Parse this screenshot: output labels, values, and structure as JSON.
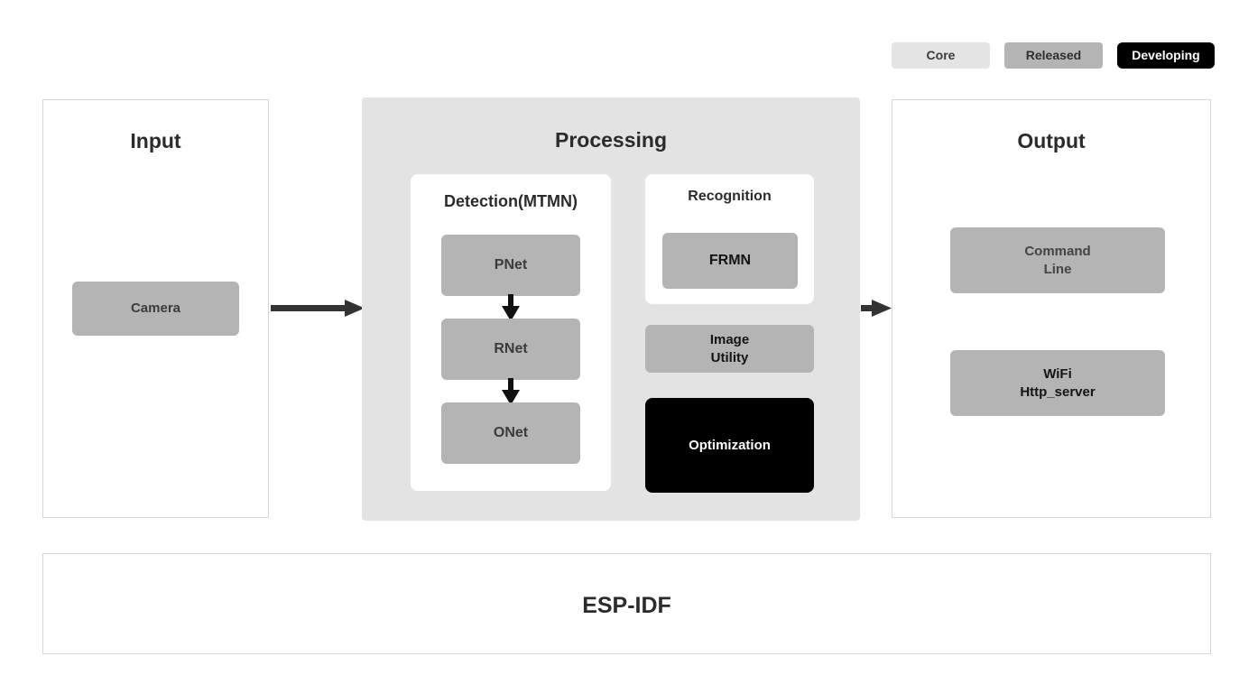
{
  "legend": {
    "items": [
      {
        "label": "Core",
        "color": "#e4e4e4",
        "text_color": "#3a3a3a"
      },
      {
        "label": "Released",
        "color": "#b4b4b4",
        "text_color": "#2e2e2e"
      },
      {
        "label": "Developing",
        "color": "#000000",
        "text_color": "#ffffff"
      }
    ]
  },
  "panels": {
    "input": {
      "title": "Input",
      "nodes": [
        {
          "label": "Camera",
          "status": "Released"
        }
      ]
    },
    "processing": {
      "title": "Processing",
      "detection": {
        "title": "Detection(MTMN)",
        "nodes": [
          {
            "label": "PNet",
            "status": "Released"
          },
          {
            "label": "RNet",
            "status": "Released"
          },
          {
            "label": "ONet",
            "status": "Released"
          }
        ]
      },
      "recognition": {
        "title": "Recognition",
        "nodes": [
          {
            "label": "FRMN",
            "status": "Released"
          }
        ]
      },
      "extras": [
        {
          "label": "Image\nUtility",
          "status": "Released"
        },
        {
          "label": "Optimization",
          "status": "Developing"
        }
      ]
    },
    "output": {
      "title": "Output",
      "nodes": [
        {
          "label": "Command\nLine",
          "status": "Released"
        },
        {
          "label": "WiFi\nHttp_server",
          "status": "Released"
        }
      ]
    },
    "foundation": {
      "label": "ESP-IDF"
    }
  },
  "arrows": {
    "input_to_processing": "→",
    "processing_to_output": "→",
    "pnet_to_rnet": "↓",
    "rnet_to_onet": "↓"
  },
  "colors": {
    "core": "#e4e4e4",
    "released": "#b4b4b4",
    "developing": "#000000",
    "processing_background": "#e3e3e3",
    "panel_border": "#d6d6d6",
    "arrow": "#333333"
  }
}
